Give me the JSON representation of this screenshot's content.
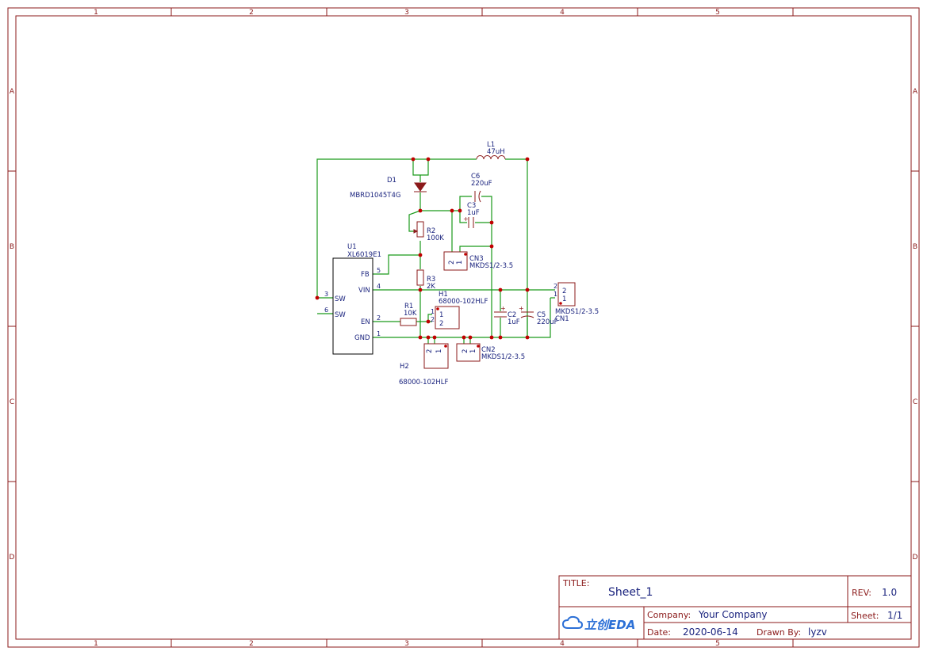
{
  "frame": {
    "columns": [
      "1",
      "2",
      "3",
      "4",
      "5"
    ],
    "rows": [
      "A",
      "B",
      "C",
      "D"
    ]
  },
  "title_block": {
    "title_key": "TITLE:",
    "title_value": "Sheet_1",
    "rev_key": "REV:",
    "rev_value": "1.0",
    "company_key": "Company:",
    "company_value": "Your Company",
    "sheet_key": "Sheet:",
    "sheet_value": "1/1",
    "date_key": "Date:",
    "date_value": "2020-06-14",
    "drawn_key": "Drawn By:",
    "drawn_value": "lyzv",
    "logo_text": "立创EDA"
  },
  "components": {
    "u1": {
      "ref": "U1",
      "value": "XL6019E1",
      "pins": {
        "fb": "FB",
        "vin": "VIN",
        "sw1": "SW",
        "sw2": "SW",
        "en": "EN",
        "gnd": "GND"
      },
      "pin_nums": {
        "fb": "5",
        "vin": "4",
        "sw1": "3",
        "sw2": "6",
        "en": "2",
        "gnd": "1"
      }
    },
    "l1": {
      "ref": "L1",
      "value": "47uH"
    },
    "d1": {
      "ref": "D1",
      "value": "MBRD1045T4G"
    },
    "c6": {
      "ref": "C6",
      "value": "220uF"
    },
    "c3": {
      "ref": "C3",
      "value": "1uF"
    },
    "r2": {
      "ref": "R2",
      "value": "100K"
    },
    "r3": {
      "ref": "R3",
      "value": "2K"
    },
    "r1": {
      "ref": "R1",
      "value": "10K"
    },
    "h1": {
      "ref": "H1",
      "value": "68000-102HLF",
      "pin1": "1",
      "pin2": "2"
    },
    "h2": {
      "ref": "H2",
      "value": "68000-102HLF"
    },
    "cn3": {
      "ref": "CN3",
      "value": "MKDS1/2-3.5",
      "pin1": "1",
      "pin2": "2"
    },
    "cn2": {
      "ref": "CN2",
      "value": "MKDS1/2-3.5",
      "pin1": "1",
      "pin2": "2"
    },
    "cn1": {
      "ref": "CN1",
      "value": "MKDS1/2-3.5",
      "pin1": "1",
      "pin2": "2"
    },
    "c2": {
      "ref": "C2",
      "value": "1uF"
    },
    "c5": {
      "ref": "C5",
      "value": "220uF"
    },
    "h2pins": {
      "pin1": "1",
      "pin2": "2"
    },
    "plus": "+"
  }
}
